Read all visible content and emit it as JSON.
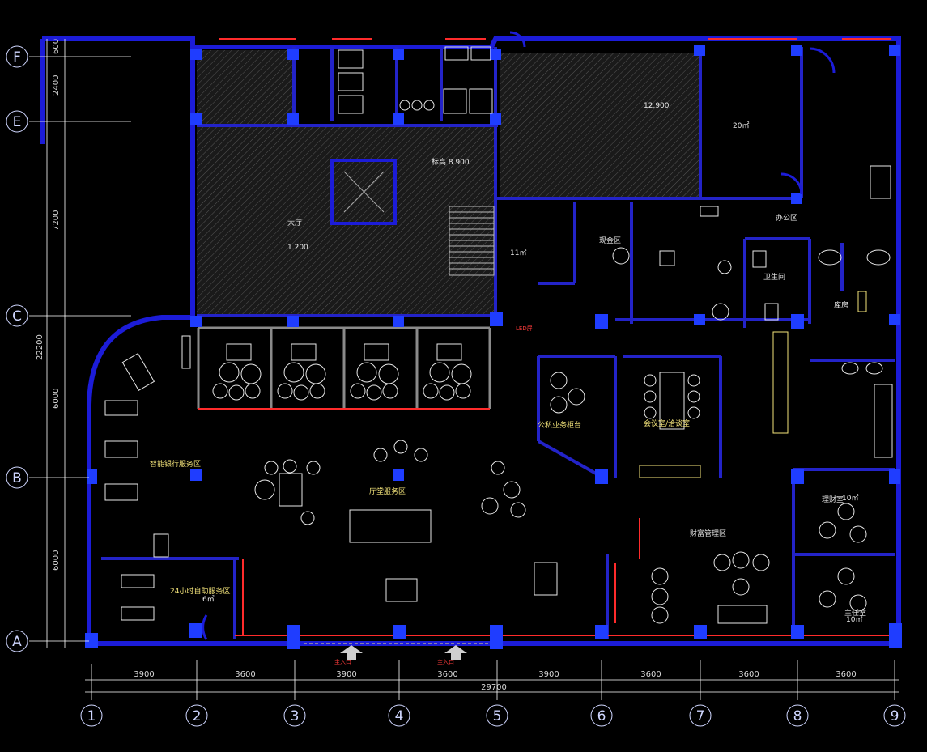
{
  "axes": {
    "columns": [
      "1",
      "2",
      "3",
      "4",
      "5",
      "6",
      "7",
      "8",
      "9"
    ],
    "rows": [
      "A",
      "B",
      "C",
      "E",
      "F"
    ],
    "bay_spacings": [
      "3900",
      "3600",
      "3900",
      "3600",
      "3900",
      "3600",
      "3600",
      "3600"
    ],
    "overall_width": "29700",
    "row_spacings": [
      "6000",
      "6000",
      "7200",
      "2400",
      "600"
    ],
    "overall_depth": "22200"
  },
  "rooms": {
    "waiting_20": "20㎡",
    "bay_top": "12.900",
    "stair_elev": "标高 8.900",
    "atrium_elev": "1.200",
    "vault": "11㎡",
    "room_10a": "10㎡",
    "room_10b": "10㎡",
    "room_6": "6㎡",
    "hall_label": "厅堂服务区",
    "smart_area": "智能银行服务区",
    "self_service": "24小时自助服务区",
    "vip_area": "公私业务柜台",
    "meeting": "会议室/洽谈室",
    "wealth": "财富管理区",
    "lobby": "大厅",
    "entrance_a": "主入口",
    "entrance_b": "主入口",
    "led": "LED屏",
    "cash_area": "现金区",
    "office": "办公区",
    "finance": "理财室",
    "manager": "主任室",
    "toilet": "卫生间",
    "storage": "库房"
  },
  "colors": {
    "wall": "#1c1cd8",
    "column": "#1f3dff",
    "glass": "#ff2b2b",
    "furniture": "#e8e8e8",
    "yellow": "#f3e37a",
    "hatch": "#6b6b6b",
    "dim_line": "#ffffff"
  }
}
